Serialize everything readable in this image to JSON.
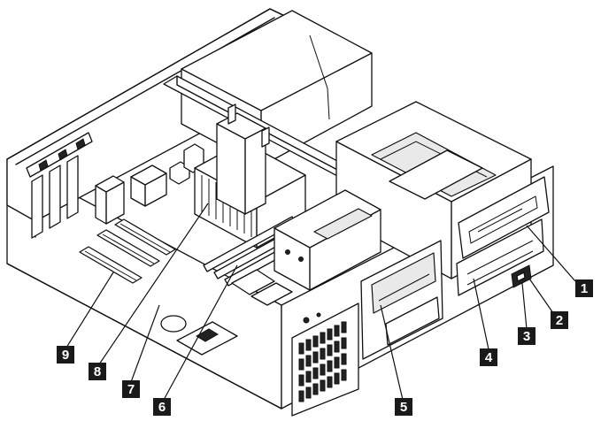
{
  "diagram": {
    "callouts": [
      {
        "id": 1,
        "label": "1"
      },
      {
        "id": 2,
        "label": "2"
      },
      {
        "id": 3,
        "label": "3"
      },
      {
        "id": 4,
        "label": "4"
      },
      {
        "id": 5,
        "label": "5"
      },
      {
        "id": 6,
        "label": "6"
      },
      {
        "id": 7,
        "label": "7"
      },
      {
        "id": 8,
        "label": "8"
      },
      {
        "id": 9,
        "label": "9"
      }
    ],
    "colors": {
      "ink": "#111111",
      "background": "#ffffff",
      "callout_fill": "#1a1a1a",
      "callout_text": "#ffffff"
    }
  }
}
